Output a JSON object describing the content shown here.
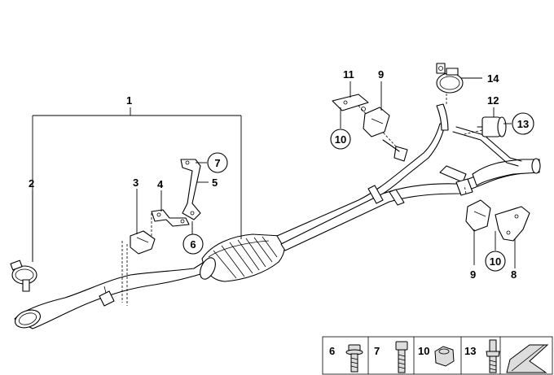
{
  "callouts": {
    "c1": "1",
    "c2": "2",
    "c3": "3",
    "c4": "4",
    "c5": "5",
    "c6": "6",
    "c7": "7",
    "c8": "8",
    "c9a": "9",
    "c9b": "9",
    "c10a": "10",
    "c10b": "10",
    "c11": "11",
    "c12": "12",
    "c13": "13",
    "c14": "14"
  },
  "legend": {
    "items": [
      {
        "label": "6",
        "icon": "flange-bolt-icon"
      },
      {
        "label": "7",
        "icon": "hex-bolt-icon"
      },
      {
        "label": "10",
        "icon": "hex-nut-icon"
      },
      {
        "label": "13",
        "icon": "stud-bolt-icon"
      }
    ],
    "badge_icon": "arrow-badge-icon"
  }
}
